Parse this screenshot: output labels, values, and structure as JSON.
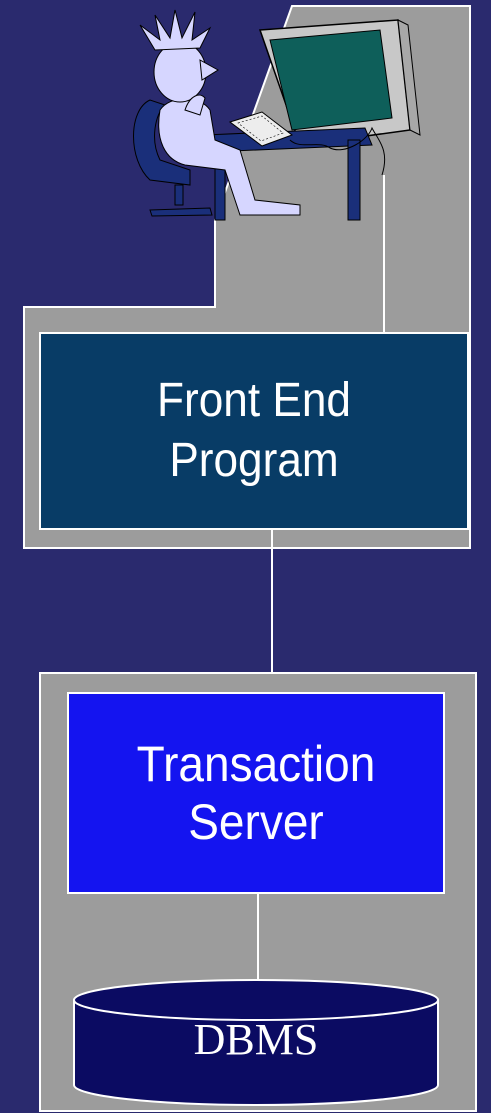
{
  "colors": {
    "background": "#2a2a6e",
    "panel": "#9c9c9c",
    "front_end_box": "#083c66",
    "transaction_server_box": "#1414f0",
    "dbms": "#0b0b62",
    "connector": "#ffffff"
  },
  "front_end": {
    "line1": "Front End",
    "line2": "Program"
  },
  "transaction_server": {
    "line1": "Transaction",
    "line2": "Server"
  },
  "dbms": {
    "label": "DBMS"
  },
  "illustration": {
    "icon": "user-at-computer-icon"
  }
}
